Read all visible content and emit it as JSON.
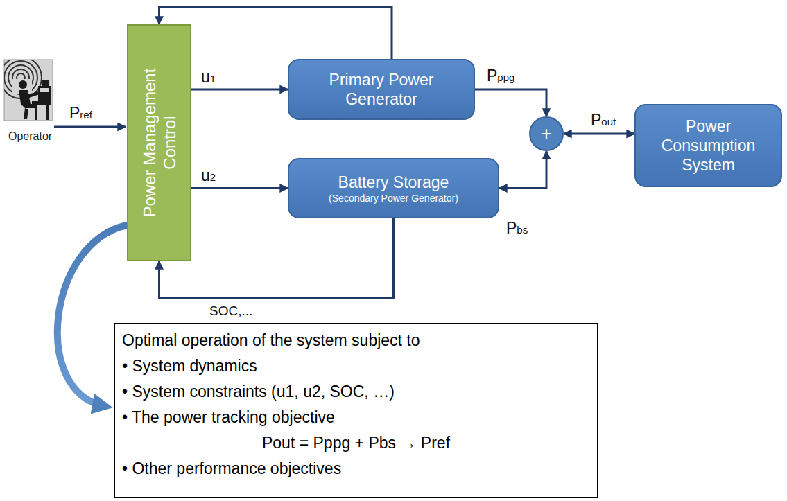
{
  "diagram": {
    "nodes": [
      {
        "text": [
          "Power Management Control"
        ]
      },
      {
        "text": [
          "Primary Power Generator"
        ]
      },
      {
        "text": [
          "Battery Storage",
          "(Secondary Power Generator)"
        ]
      },
      {
        "text": [
          "+"
        ]
      },
      {
        "text": [
          "Power Consumption System"
        ]
      },
      {
        "text": [
          "Optimal operation of the system subject to",
          "• System dynamics",
          "• System constraints (u1, u2, SOC, …)",
          "• The power tracking objective",
          "Pout = Pppg + Pbs → Pref",
          "• Other performance objectives"
        ]
      }
    ],
    "edges": [
      {
        "from": 0,
        "to": 1,
        "arrow": "to",
        "label": "u1"
      },
      {
        "from": 0,
        "to": 2,
        "arrow": "to",
        "label": "u2"
      },
      {
        "from": 1,
        "to": 0,
        "arrow": "to"
      },
      {
        "from": 2,
        "to": 0,
        "arrow": "to",
        "label": "SOC,..."
      },
      {
        "from": 1,
        "to": 3,
        "arrow": "to",
        "label": "Pppg"
      },
      {
        "from": 2,
        "to": 3,
        "arrow": "both",
        "label": "Pbs"
      },
      {
        "from": 3,
        "to": 4,
        "arrow": "both",
        "label": "Pout"
      },
      {
        "from": 0,
        "to": 5,
        "arrow": "to"
      }
    ],
    "labels": [
      "Pref",
      "Operator"
    ]
  }
}
